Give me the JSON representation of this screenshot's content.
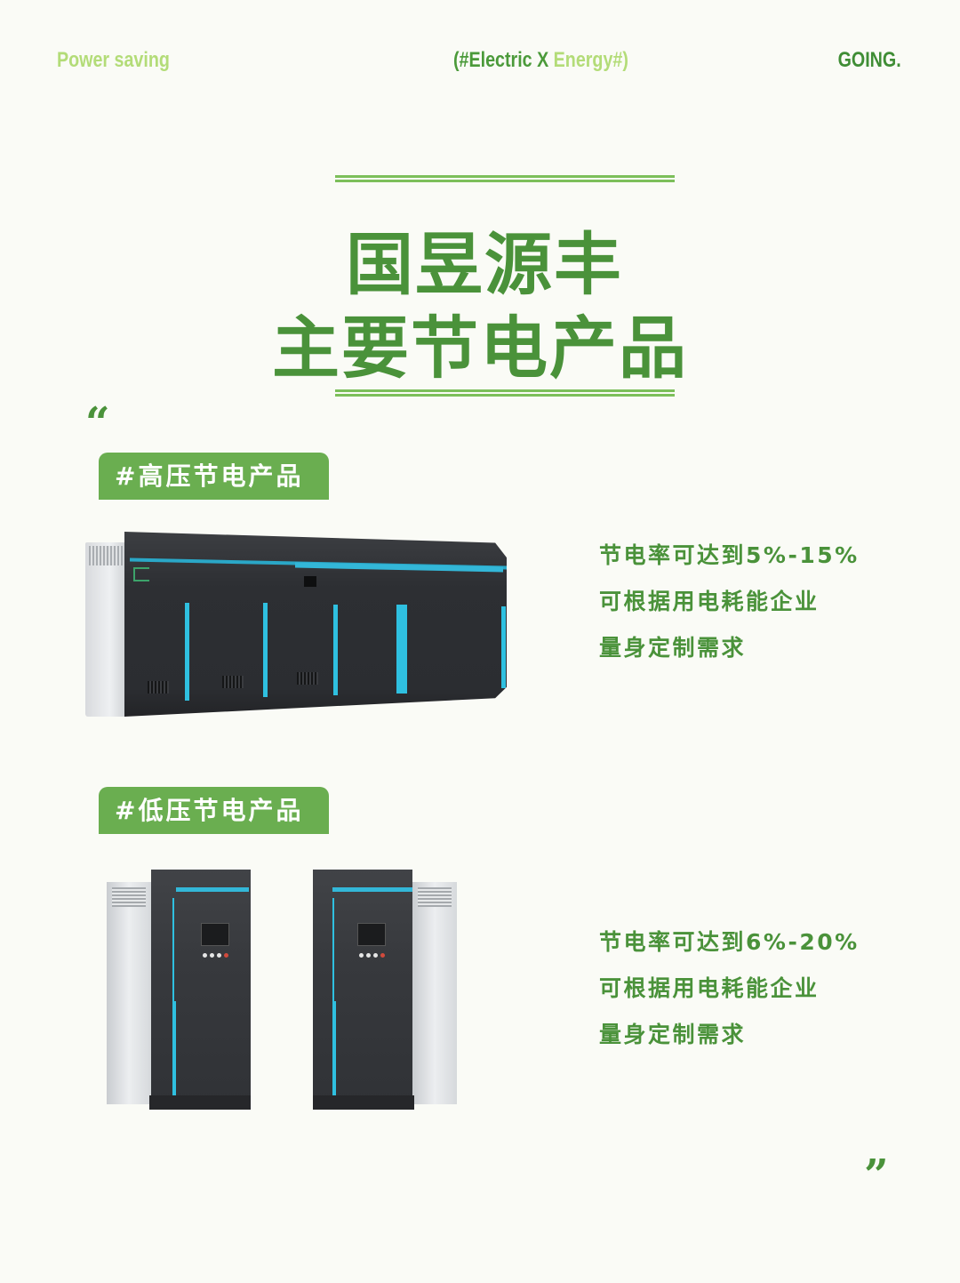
{
  "header": {
    "left_text": "Power saving",
    "center_prefix": "(#Electric X ",
    "center_highlight": "Energy#)",
    "right_text": "GOING."
  },
  "title": {
    "line1": "国昱源丰",
    "line2": "主要节电产品"
  },
  "quotes": {
    "open": "“",
    "close": "”"
  },
  "sections": [
    {
      "tag": "#高压节电产品",
      "image_alt": "high-voltage power saving cabinet",
      "lines": [
        "节电率可达到5%-15%",
        "可根据用电耗能企业",
        "量身定制需求"
      ]
    },
    {
      "tag": "#低压节电产品",
      "image_alt": "low-voltage power saving cabinets",
      "lines": [
        "节电率可达到6%-20%",
        "可根据用电耗能企业",
        "量身定制需求"
      ]
    }
  ],
  "colors": {
    "background": "#fafbf6",
    "primary_green": "#4a923a",
    "light_green": "#b3dc78",
    "tag_green": "#6aae50",
    "accent_cyan": "#2fc0e0"
  }
}
